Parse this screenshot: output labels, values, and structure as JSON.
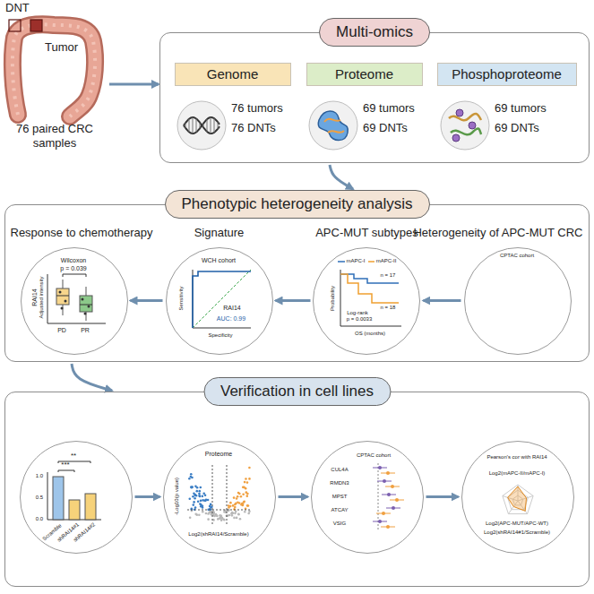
{
  "diagram": {
    "nodes": [
      {
        "text": [
          "76 paired CRC samples"
        ]
      },
      {
        "text": [
          "Multi-omics"
        ]
      },
      {
        "text": [
          "Genome"
        ],
        "in": 1
      },
      {
        "text": [
          "Proteome"
        ],
        "in": 1
      },
      {
        "text": [
          "Phosphoproteome"
        ],
        "in": 1
      },
      {
        "text": [
          "Phenotypic heterogeneity analysis"
        ]
      },
      {
        "text": [
          "Response to chemotherapy",
          "Wilcoxon",
          "p = 0.039",
          "RAI14",
          "Adjusted intensity",
          "PD",
          "PR"
        ],
        "in": 5
      },
      {
        "text": [
          "Signature",
          "WCH cohort",
          "Sensitivity",
          "Specificity",
          "RAI14",
          "AUC: 0.99"
        ],
        "in": 5
      },
      {
        "text": [
          "APC-MUT subtypes",
          "mAPC-I",
          "mAPC-II",
          "n = 17",
          "n = 18",
          "Log-rank",
          "p = 0.0033",
          "Probability",
          "OS (months)"
        ],
        "in": 5
      },
      {
        "text": [
          "Heterogeneity of APC-MUT CRC",
          "CPTAC cohort"
        ],
        "in": 5
      },
      {
        "text": [
          "Verification in cell lines"
        ]
      },
      {
        "text": [
          "***",
          "**",
          "1.0",
          "0.5",
          "0.0",
          "Scramble",
          "shRAI14#1",
          "shRAI14#2"
        ],
        "in": 10
      },
      {
        "text": [
          "Proteome",
          "-Log10(p value)",
          "Log2(shRAI14/Scramble)"
        ],
        "in": 10
      },
      {
        "text": [
          "CPTAC cohort",
          "CUL4A",
          "RMDN3",
          "MPST",
          "ATCAY",
          "VSIG"
        ],
        "in": 10
      },
      {
        "text": [
          "Pearson's cor with RAI14",
          "Log2(mAPC-II/mAPC-I)",
          "Log2(APC-MUT/APC-WT)",
          "Log2(shRAI14#1/Scramble)"
        ],
        "in": 10
      }
    ],
    "edges": [
      {
        "from": 0,
        "to": 1,
        "arrow": "to"
      },
      {
        "from": 1,
        "to": 5,
        "arrow": "to"
      },
      {
        "from": 9,
        "to": 8,
        "arrow": "to"
      },
      {
        "from": 8,
        "to": 7,
        "arrow": "to"
      },
      {
        "from": 7,
        "to": 6,
        "arrow": "to"
      },
      {
        "from": 5,
        "to": 10,
        "arrow": "to"
      },
      {
        "from": 11,
        "to": 12,
        "arrow": "to"
      },
      {
        "from": 12,
        "to": 13,
        "arrow": "to"
      },
      {
        "from": 13,
        "to": 14,
        "arrow": "to"
      }
    ],
    "labels": [
      "DNT",
      "Tumor",
      "76 tumors",
      "76 DNTs",
      "69 tumors",
      "69 DNTs",
      "69 tumors",
      "69 DNTs"
    ]
  }
}
